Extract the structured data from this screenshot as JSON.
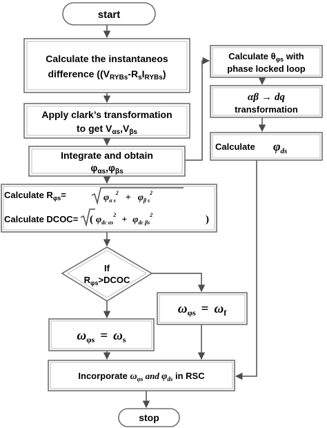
{
  "nodes": {
    "start": "start",
    "calc_diff": {
      "line1": "Calculate the instantaneos",
      "line2": "difference ((V",
      "sub1": "RYBs",
      "mid": "-R",
      "sub2": "s",
      "i": "I",
      "sub3": "RYBs",
      "end": ")"
    },
    "clark": {
      "line1": "Apply clark’s transformation",
      "line2": "to get V",
      "sub1": "αs",
      "comma": ",V",
      "sub2": "βs"
    },
    "integrate": {
      "line1": "Integrate and obtain",
      "phi1": "φ",
      "sub1": "αs",
      "comma": ",φ",
      "sub2": "βs"
    },
    "calc_r": {
      "label": "Calculate R",
      "sub": "φs",
      "eq": "=",
      "phi_a": "φ",
      "sub_a": "α s",
      "sq": "2",
      "plus": "+",
      "phi_b": "φ",
      "sub_b": "β s"
    },
    "calc_dcoc": {
      "label": "Calculate DCOC=",
      "phi_a": "φ",
      "sub_a": "dc αs",
      "sq": "2",
      "plus": "+",
      "phi_b": "φ",
      "sub_b": "dc βs"
    },
    "decision": {
      "line1": "If",
      "lhs": "R",
      "sub": "φs",
      "rhs": ">DCOC"
    },
    "omega_f": {
      "w1": "ω",
      "sub1": "φs",
      "eq": "=",
      "w2": "ω",
      "sub2": "f"
    },
    "omega_s": {
      "w1": "ω",
      "sub1": "φs",
      "eq": "=",
      "w2": "ω",
      "sub2": "s"
    },
    "pll": {
      "line1": "Calculate θ",
      "sub": "φs",
      "after": " with",
      "line2": "phase locked loop"
    },
    "ab_dq": {
      "from": "αβ",
      "arrow": "→",
      "to": "dq",
      "line2": "transformation"
    },
    "calc_phi_ds": {
      "label": "Calculate",
      "phi": "φ",
      "sub": "ds"
    },
    "rsc": {
      "pre": "Incorporate ",
      "w": "ω",
      "wsub": "φs",
      "and": " and ",
      "phi": "φ",
      "phisub": "ds",
      "post": " in RSC"
    },
    "stop": "stop"
  }
}
